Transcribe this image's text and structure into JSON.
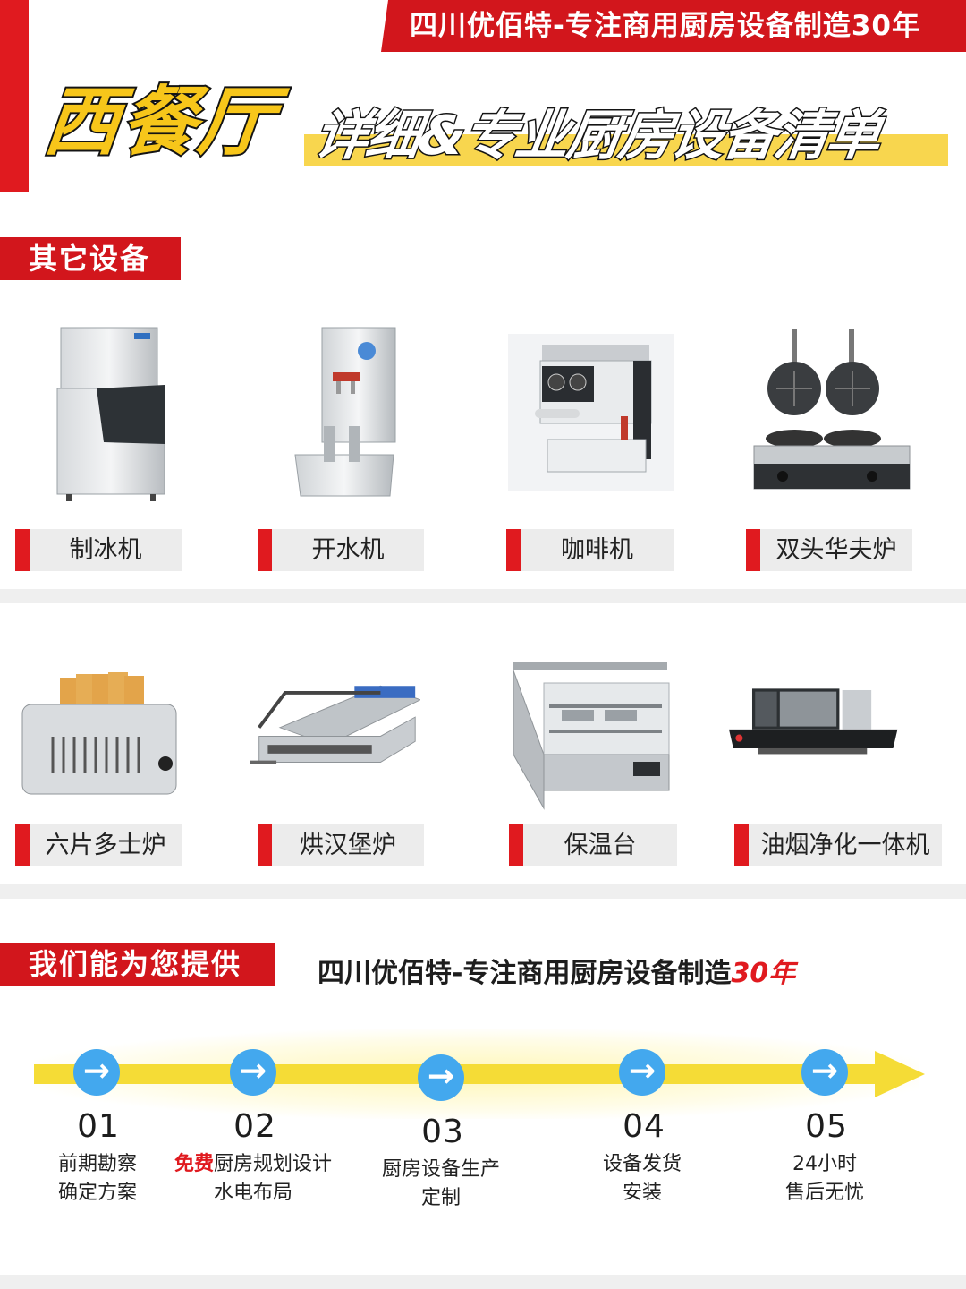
{
  "header": {
    "banner": "四川优佰特-专注商用厨房设备制造30年",
    "title_main": "西餐厅",
    "title_sub": "详细&专业厨房设备清单"
  },
  "section_other": {
    "label": "其它设备"
  },
  "products": [
    {
      "label": "制冰机",
      "icon": "ice-machine-icon"
    },
    {
      "label": "开水机",
      "icon": "water-boiler-icon"
    },
    {
      "label": "咖啡机",
      "icon": "coffee-machine-icon"
    },
    {
      "label": "双头华夫炉",
      "icon": "waffle-maker-icon"
    },
    {
      "label": "六片多士炉",
      "icon": "toaster-icon"
    },
    {
      "label": "烘汉堡炉",
      "icon": "burger-toaster-icon"
    },
    {
      "label": "保温台",
      "icon": "warming-display-icon"
    },
    {
      "label": "油烟净化一体机",
      "icon": "fume-purifier-icon"
    }
  ],
  "section_service": {
    "label": "我们能为您提供",
    "slogan_prefix": "四川优佰特-专注商用厨房设备制造",
    "slogan_years": "30年"
  },
  "steps": [
    {
      "num": "01",
      "line1": "前期勘察",
      "line2": "确定方案"
    },
    {
      "num": "02",
      "highlight": "免费",
      "line1": "厨房规划设计",
      "line2": "水电布局"
    },
    {
      "num": "03",
      "line1": "厨房设备生产",
      "line2": "定制"
    },
    {
      "num": "04",
      "line1": "设备发货",
      "line2": "安装"
    },
    {
      "num": "05",
      "line1": "24小时",
      "line2": "售后无忧"
    }
  ],
  "colors": {
    "accent_red": "#e01a1f",
    "title_yellow": "#f7c61a",
    "step_blue": "#43a8ee",
    "track_yellow": "#f5dc36"
  }
}
